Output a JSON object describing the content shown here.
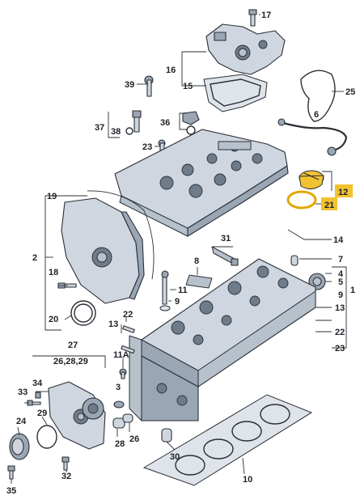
{
  "labels": {
    "l17": "17",
    "l16": "16",
    "l15": "15",
    "l39": "39",
    "l25": "25",
    "l6": "6",
    "l37": "37",
    "l38": "38",
    "l36": "36",
    "l23": "23",
    "l12": "12",
    "l21": "21",
    "l19": "19",
    "l14": "14",
    "l31": "31",
    "l2": "2",
    "l7": "7",
    "l8": "8",
    "l4": "4",
    "l18": "18",
    "l5": "5",
    "l1": "1",
    "l11": "11",
    "l9a": "9",
    "l9b": "9",
    "l13a": "13",
    "l13b": "13",
    "l22a": "22",
    "l22b": "22",
    "l20": "20",
    "l23b": "23",
    "l11a": "11A",
    "l27": "27",
    "l26_28_29": "26,28,29",
    "l3": "3",
    "l34": "34",
    "l33": "33",
    "l29": "29",
    "l24": "24",
    "l28": "28",
    "l26": "26",
    "l30": "30",
    "l32": "32",
    "l35": "35",
    "l10": "10"
  },
  "colors": {
    "highlight": "#f2c230"
  }
}
